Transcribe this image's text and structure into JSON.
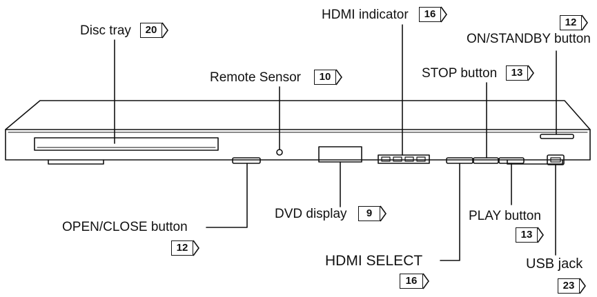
{
  "labels": {
    "disc_tray": {
      "text": "Disc tray",
      "ref": "20"
    },
    "hdmi_indicator": {
      "text": "HDMI indicator",
      "ref": "16"
    },
    "on_standby": {
      "text": "ON/STANDBY button",
      "ref": "12"
    },
    "remote_sensor": {
      "text": "Remote Sensor",
      "ref": "10"
    },
    "stop_button": {
      "text": "STOP button",
      "ref": "13"
    },
    "dvd_display": {
      "text": "DVD display",
      "ref": "9"
    },
    "open_close": {
      "text": "OPEN/CLOSE button",
      "ref": "12"
    },
    "play_button": {
      "text": "PLAY button",
      "ref": "13"
    },
    "hdmi_select": {
      "text": "HDMI SELECT",
      "ref": "16"
    },
    "usb_jack": {
      "text": "USB jack",
      "ref": "23"
    }
  },
  "colors": {
    "line": "#111111",
    "background": "#ffffff"
  }
}
